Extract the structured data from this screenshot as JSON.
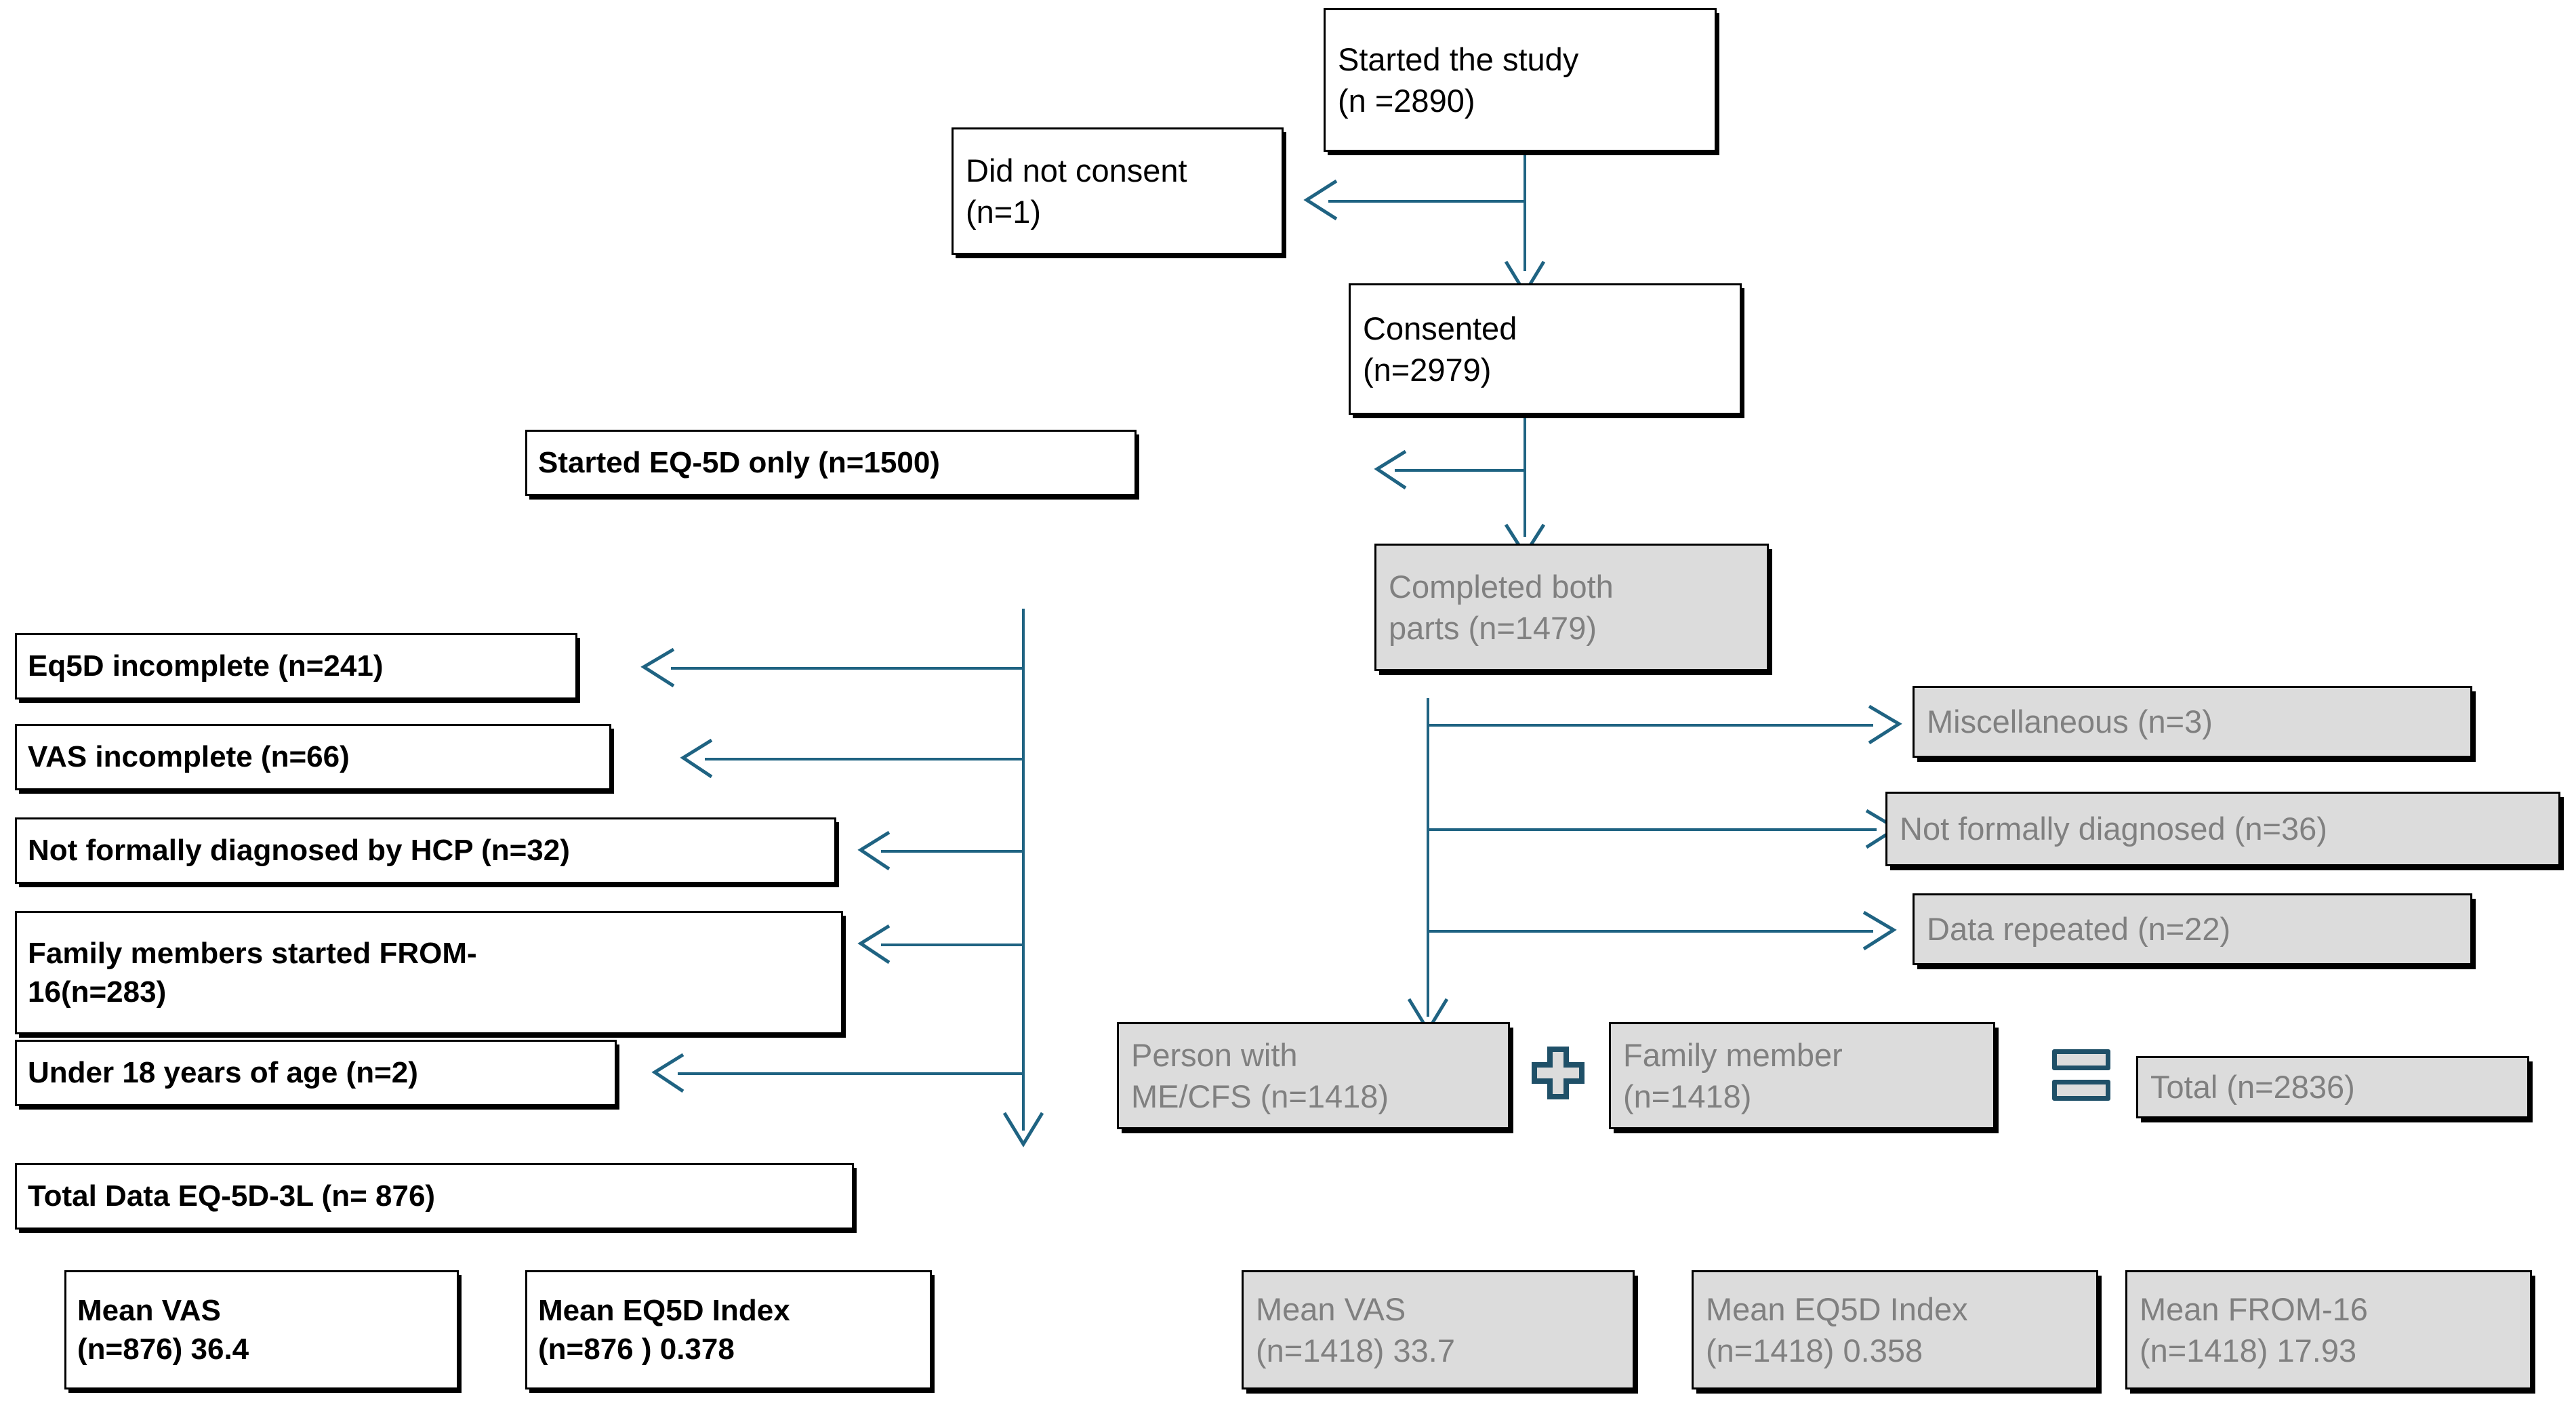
{
  "diagram": {
    "type": "flowchart",
    "title": "Study participant flow (CONSORT-style)",
    "accent_color": "#1f6382",
    "grey_fill": "#dcdcdc",
    "grey_text": "#808080",
    "black": "#000000"
  },
  "nodes": {
    "started_study": {
      "line1": "Started the study",
      "line2": "(n =2890)"
    },
    "did_not_consent": {
      "line1": "Did not consent",
      "line2": "(n=1)"
    },
    "consented": {
      "line1": "Consented",
      "line2": "(n=2979)"
    },
    "started_eq5d_only": {
      "line1": "Started EQ-5D only (n=1500)"
    },
    "completed_both": {
      "line1": "Completed both",
      "line2": "parts (n=1479)"
    },
    "eq5d_incomplete": {
      "line1": "Eq5D incomplete (n=241)"
    },
    "vas_incomplete": {
      "line1": "VAS incomplete (n=66)"
    },
    "not_diagnosed_hcp": {
      "line1": "Not formally diagnosed by HCP (n=32)"
    },
    "family_from16": {
      "line1": "Family members started FROM-",
      "line2": "16(n=283)"
    },
    "under18": {
      "line1": "Under 18 years of age (n=2)"
    },
    "total_eq5d3l": {
      "line1": "Total Data EQ-5D-3L (n= 876)"
    },
    "mean_vas_left": {
      "line1": "Mean VAS",
      "line2": "(n=876) 36.4"
    },
    "mean_eq5d_left": {
      "line1": "Mean EQ5D Index",
      "line2": "(n=876 ) 0.378"
    },
    "miscellaneous": {
      "line1": "Miscellaneous (n=3)"
    },
    "not_diagnosed": {
      "line1": "Not formally diagnosed (n=36)"
    },
    "data_repeated": {
      "line1": "Data repeated  (n=22)"
    },
    "person_mecfs": {
      "line1": "Person with",
      "line2": "ME/CFS (n=1418)"
    },
    "family_member": {
      "line1": "Family member",
      "line2": "(n=1418)"
    },
    "total_right": {
      "line1": "Total (n=2836)"
    },
    "mean_vas_right": {
      "line1": "Mean VAS",
      "line2": "(n=1418) 33.7"
    },
    "mean_eq5d_right": {
      "line1": "Mean EQ5D Index",
      "line2": "(n=1418) 0.358"
    },
    "mean_from16_right": {
      "line1": "Mean FROM-16",
      "line2": "(n=1418) 17.93"
    }
  },
  "operators": {
    "plus": "plus-sign",
    "equals": "equals-sign"
  }
}
